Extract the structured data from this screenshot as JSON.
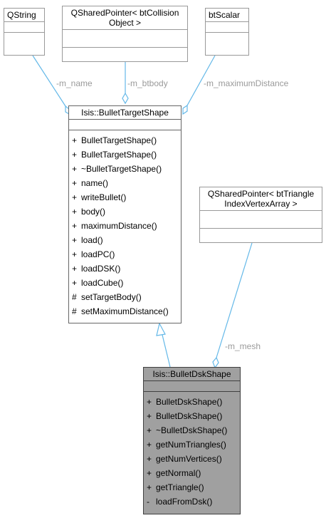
{
  "classes": {
    "qstring": {
      "title": "QString"
    },
    "qsp_collision": {
      "title_line1": "QSharedPointer< btCollision",
      "title_line2": "Object >"
    },
    "btscalar": {
      "title": "btScalar"
    },
    "qsp_triangle": {
      "title_line1": "QSharedPointer< btTriangle",
      "title_line2": "IndexVertexArray >"
    },
    "target_shape": {
      "title": "Isis::BulletTargetShape",
      "members": [
        {
          "vis": "+",
          "name": "BulletTargetShape()"
        },
        {
          "vis": "+",
          "name": "BulletTargetShape()"
        },
        {
          "vis": "+",
          "name": "~BulletTargetShape()"
        },
        {
          "vis": "+",
          "name": "name()"
        },
        {
          "vis": "+",
          "name": "writeBullet()"
        },
        {
          "vis": "+",
          "name": "body()"
        },
        {
          "vis": "+",
          "name": "maximumDistance()"
        },
        {
          "vis": "+",
          "name": "load()"
        },
        {
          "vis": "+",
          "name": "loadPC()"
        },
        {
          "vis": "+",
          "name": "loadDSK()"
        },
        {
          "vis": "+",
          "name": "loadCube()"
        },
        {
          "vis": "#",
          "name": "setTargetBody()"
        },
        {
          "vis": "#",
          "name": "setMaximumDistance()"
        }
      ]
    },
    "dsk_shape": {
      "title": "Isis::BulletDskShape",
      "members": [
        {
          "vis": "+",
          "name": "BulletDskShape()"
        },
        {
          "vis": "+",
          "name": "BulletDskShape()"
        },
        {
          "vis": "+",
          "name": "~BulletDskShape()"
        },
        {
          "vis": "+",
          "name": "getNumTriangles()"
        },
        {
          "vis": "+",
          "name": "getNumVertices()"
        },
        {
          "vis": "+",
          "name": "getNormal()"
        },
        {
          "vis": "+",
          "name": "getTriangle()"
        },
        {
          "vis": "-",
          "name": "loadFromDsk()"
        }
      ]
    }
  },
  "edges": {
    "m_name": "-m_name",
    "m_btbody": "-m_btbody",
    "m_maximumDistance": "-m_maximumDistance",
    "m_mesh": "-m_mesh"
  },
  "colors": {
    "edge": "#63b8e8",
    "label": "#9a9a9a",
    "highlight_fill": "#a0a0a0"
  }
}
